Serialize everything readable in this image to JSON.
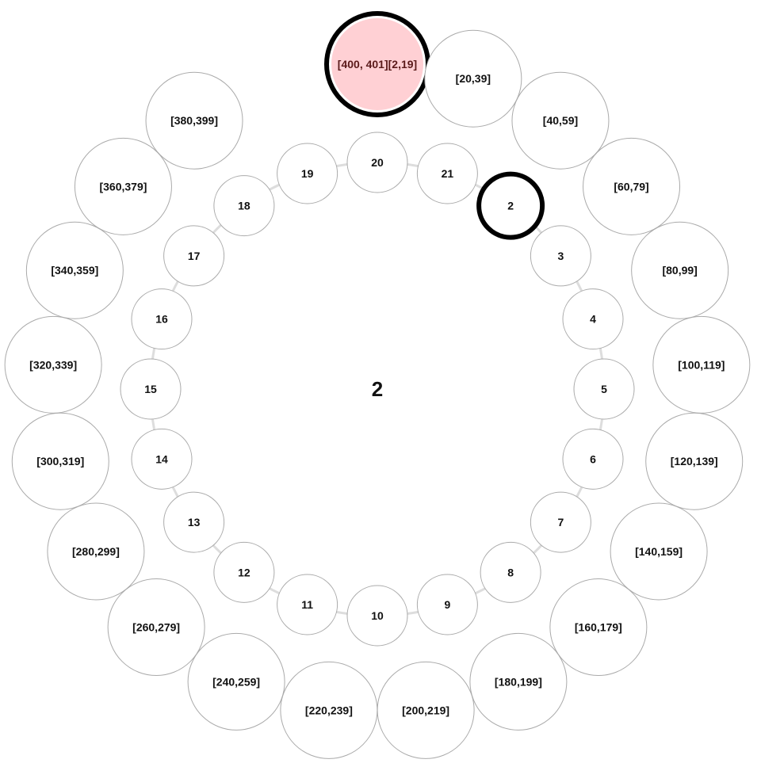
{
  "center_label": "2",
  "outer_ring": {
    "nodes": [
      "[400, 401][2,19]",
      "[20,39]",
      "[40,59]",
      "[60,79]",
      "[80,99]",
      "[100,119]",
      "[120,139]",
      "[140,159]",
      "[160,179]",
      "[180,199]",
      "[200,219]",
      "[220,239]",
      "[240,259]",
      "[260,279]",
      "[280,299]",
      "[300,319]",
      "[320,339]",
      "[340,359]",
      "[360,379]",
      "[380,399]"
    ],
    "highlighted_index": 0,
    "highlight_fill": "#ffd0d4",
    "highlight_text": "#5a1a1a"
  },
  "inner_ring": {
    "nodes": [
      "20",
      "21",
      "2",
      "3",
      "4",
      "5",
      "6",
      "7",
      "8",
      "9",
      "10",
      "11",
      "12",
      "13",
      "14",
      "15",
      "16",
      "17",
      "18",
      "19"
    ],
    "highlighted_index": 2
  },
  "colors": {
    "node_stroke": "#aaaaaa",
    "link": "#dddddd",
    "highlight_stroke": "#000000"
  }
}
